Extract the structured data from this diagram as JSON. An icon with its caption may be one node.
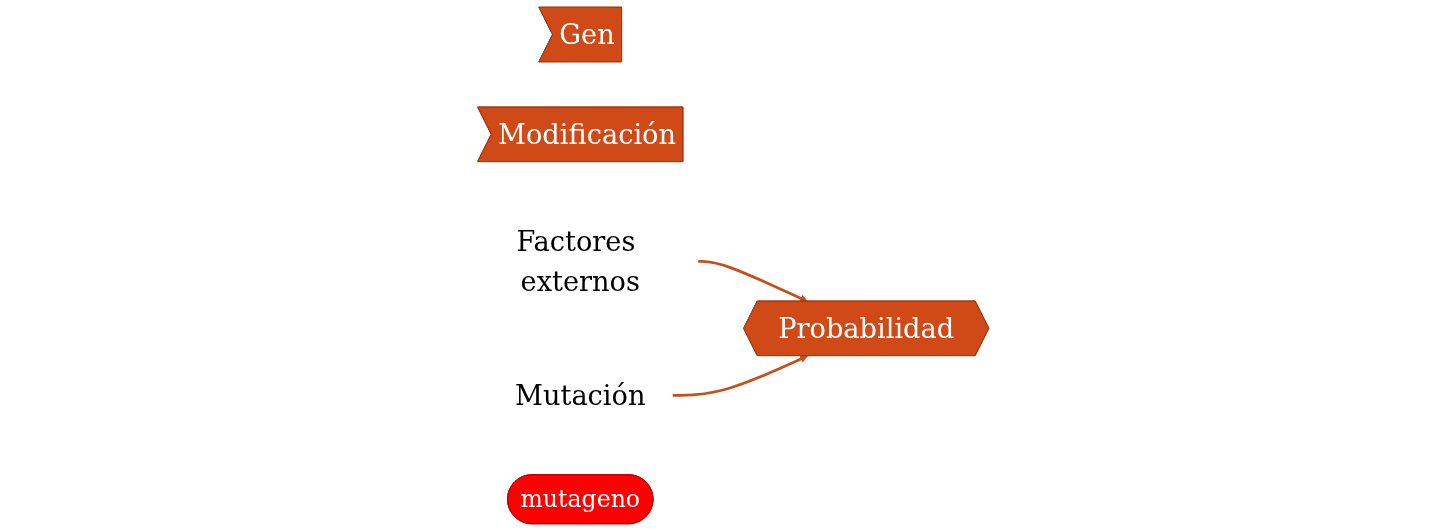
{
  "diagram": {
    "nodes": [
      {
        "text": [
          "Gen"
        ]
      },
      {
        "text": [
          "Probabilidad"
        ]
      },
      {
        "text": [
          "Modificación"
        ]
      },
      {
        "text": [
          "Factores externos"
        ]
      },
      {
        "text": [
          "Mutación"
        ]
      },
      {
        "text": [
          "mutageno"
        ]
      }
    ],
    "edges": [
      {
        "from": 3,
        "to": 1,
        "arrow": "to"
      },
      {
        "from": 4,
        "to": 1,
        "arrow": "to"
      }
    ]
  }
}
